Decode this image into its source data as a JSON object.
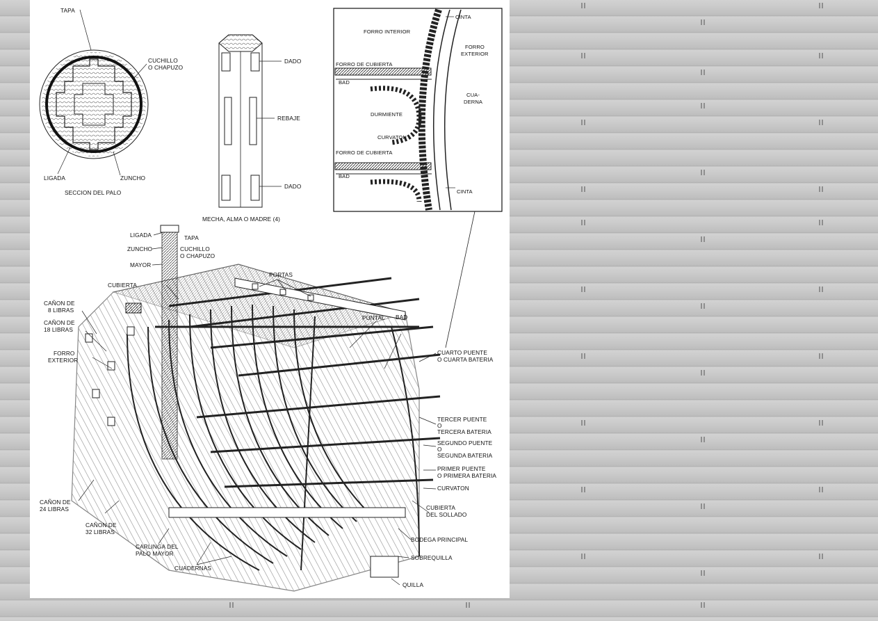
{
  "diagram": {
    "mast_section": {
      "title": "SECCION DEL PALO",
      "labels": {
        "tapa": "TAPA",
        "cuchillo_1": "CUCHILLO",
        "cuchillo_2": "O CHAPUZO",
        "ligada": "LIGADA",
        "zuncho": "ZUNCHO"
      }
    },
    "mast_core": {
      "title": "MECHA, ALMA O MADRE (4)",
      "labels": {
        "dado_top": "DADO",
        "rebaje": "REBAJE",
        "dado_bottom": "DADO"
      }
    },
    "hull_detail": {
      "labels": {
        "cinta_top": "CINTA",
        "forro_interior": "FORRO INTERIOR",
        "forro_exterior_1": "FORRO",
        "forro_exterior_2": "EXTERIOR",
        "forro_cubierta_top": "FORRO DE CUBIERTA",
        "bad_top": "BAD",
        "cuaderna_1": "CUA-",
        "cuaderna_2": "DERNA",
        "durmiente": "DURMIENTE",
        "curvaton": "CURVATON",
        "forro_cubierta_bottom": "FORRO DE CUBIERTA",
        "bad_bottom": "BAD",
        "cinta_bottom": "CINTA"
      }
    },
    "main": {
      "labels": {
        "ligada": "LIGADA",
        "tapa": "TAPA",
        "zuncho": "ZUNCHO",
        "cuchillo_1": "CUCHILLO",
        "cuchillo_2": "O CHAPUZO",
        "mayor": "MAYOR",
        "cubierta": "CUBIERTA",
        "portas": "PORTAS",
        "canon8_1": "CAÑON DE",
        "canon8_2": "8 LIBRAS",
        "canon18_1": "CAÑON DE",
        "canon18_2": "18 LIBRAS",
        "forro_ext_1": "FORRO",
        "forro_ext_2": "EXTERIOR",
        "puntal": "PUNTAL",
        "bad": "BAD",
        "cuarto_1": "CUARTO PUENTE",
        "cuarto_2": "O CUARTA BATERIA",
        "tercer_1": "TERCER PUENTE",
        "tercer_2": "O",
        "tercer_3": "TERCERA BATERIA",
        "segundo_1": "SEGUNDO PUENTE",
        "segundo_2": "O",
        "segundo_3": "SEGUNDA BATERIA",
        "primer_1": "PRIMER PUENTE",
        "primer_2": "O PRIMERA BATERIA",
        "curvaton": "CURVATON",
        "cub_sollado_1": "CUBIERTA",
        "cub_sollado_2": "DEL SOLLADO",
        "bodega": "BODEGA PRINCIPAL",
        "sobrequilla": "SOBREQUILLA",
        "quilla": "QUILLA",
        "canon24_1": "CAÑON DE",
        "canon24_2": "24 LIBRAS",
        "canon32_1": "CAÑON DE",
        "canon32_2": "32 LIBRAS",
        "carlinga_1": "CARLINGA DEL",
        "carlinga_2": "PALO MAYOR",
        "cuadernas": "CUADERNAS"
      }
    }
  }
}
